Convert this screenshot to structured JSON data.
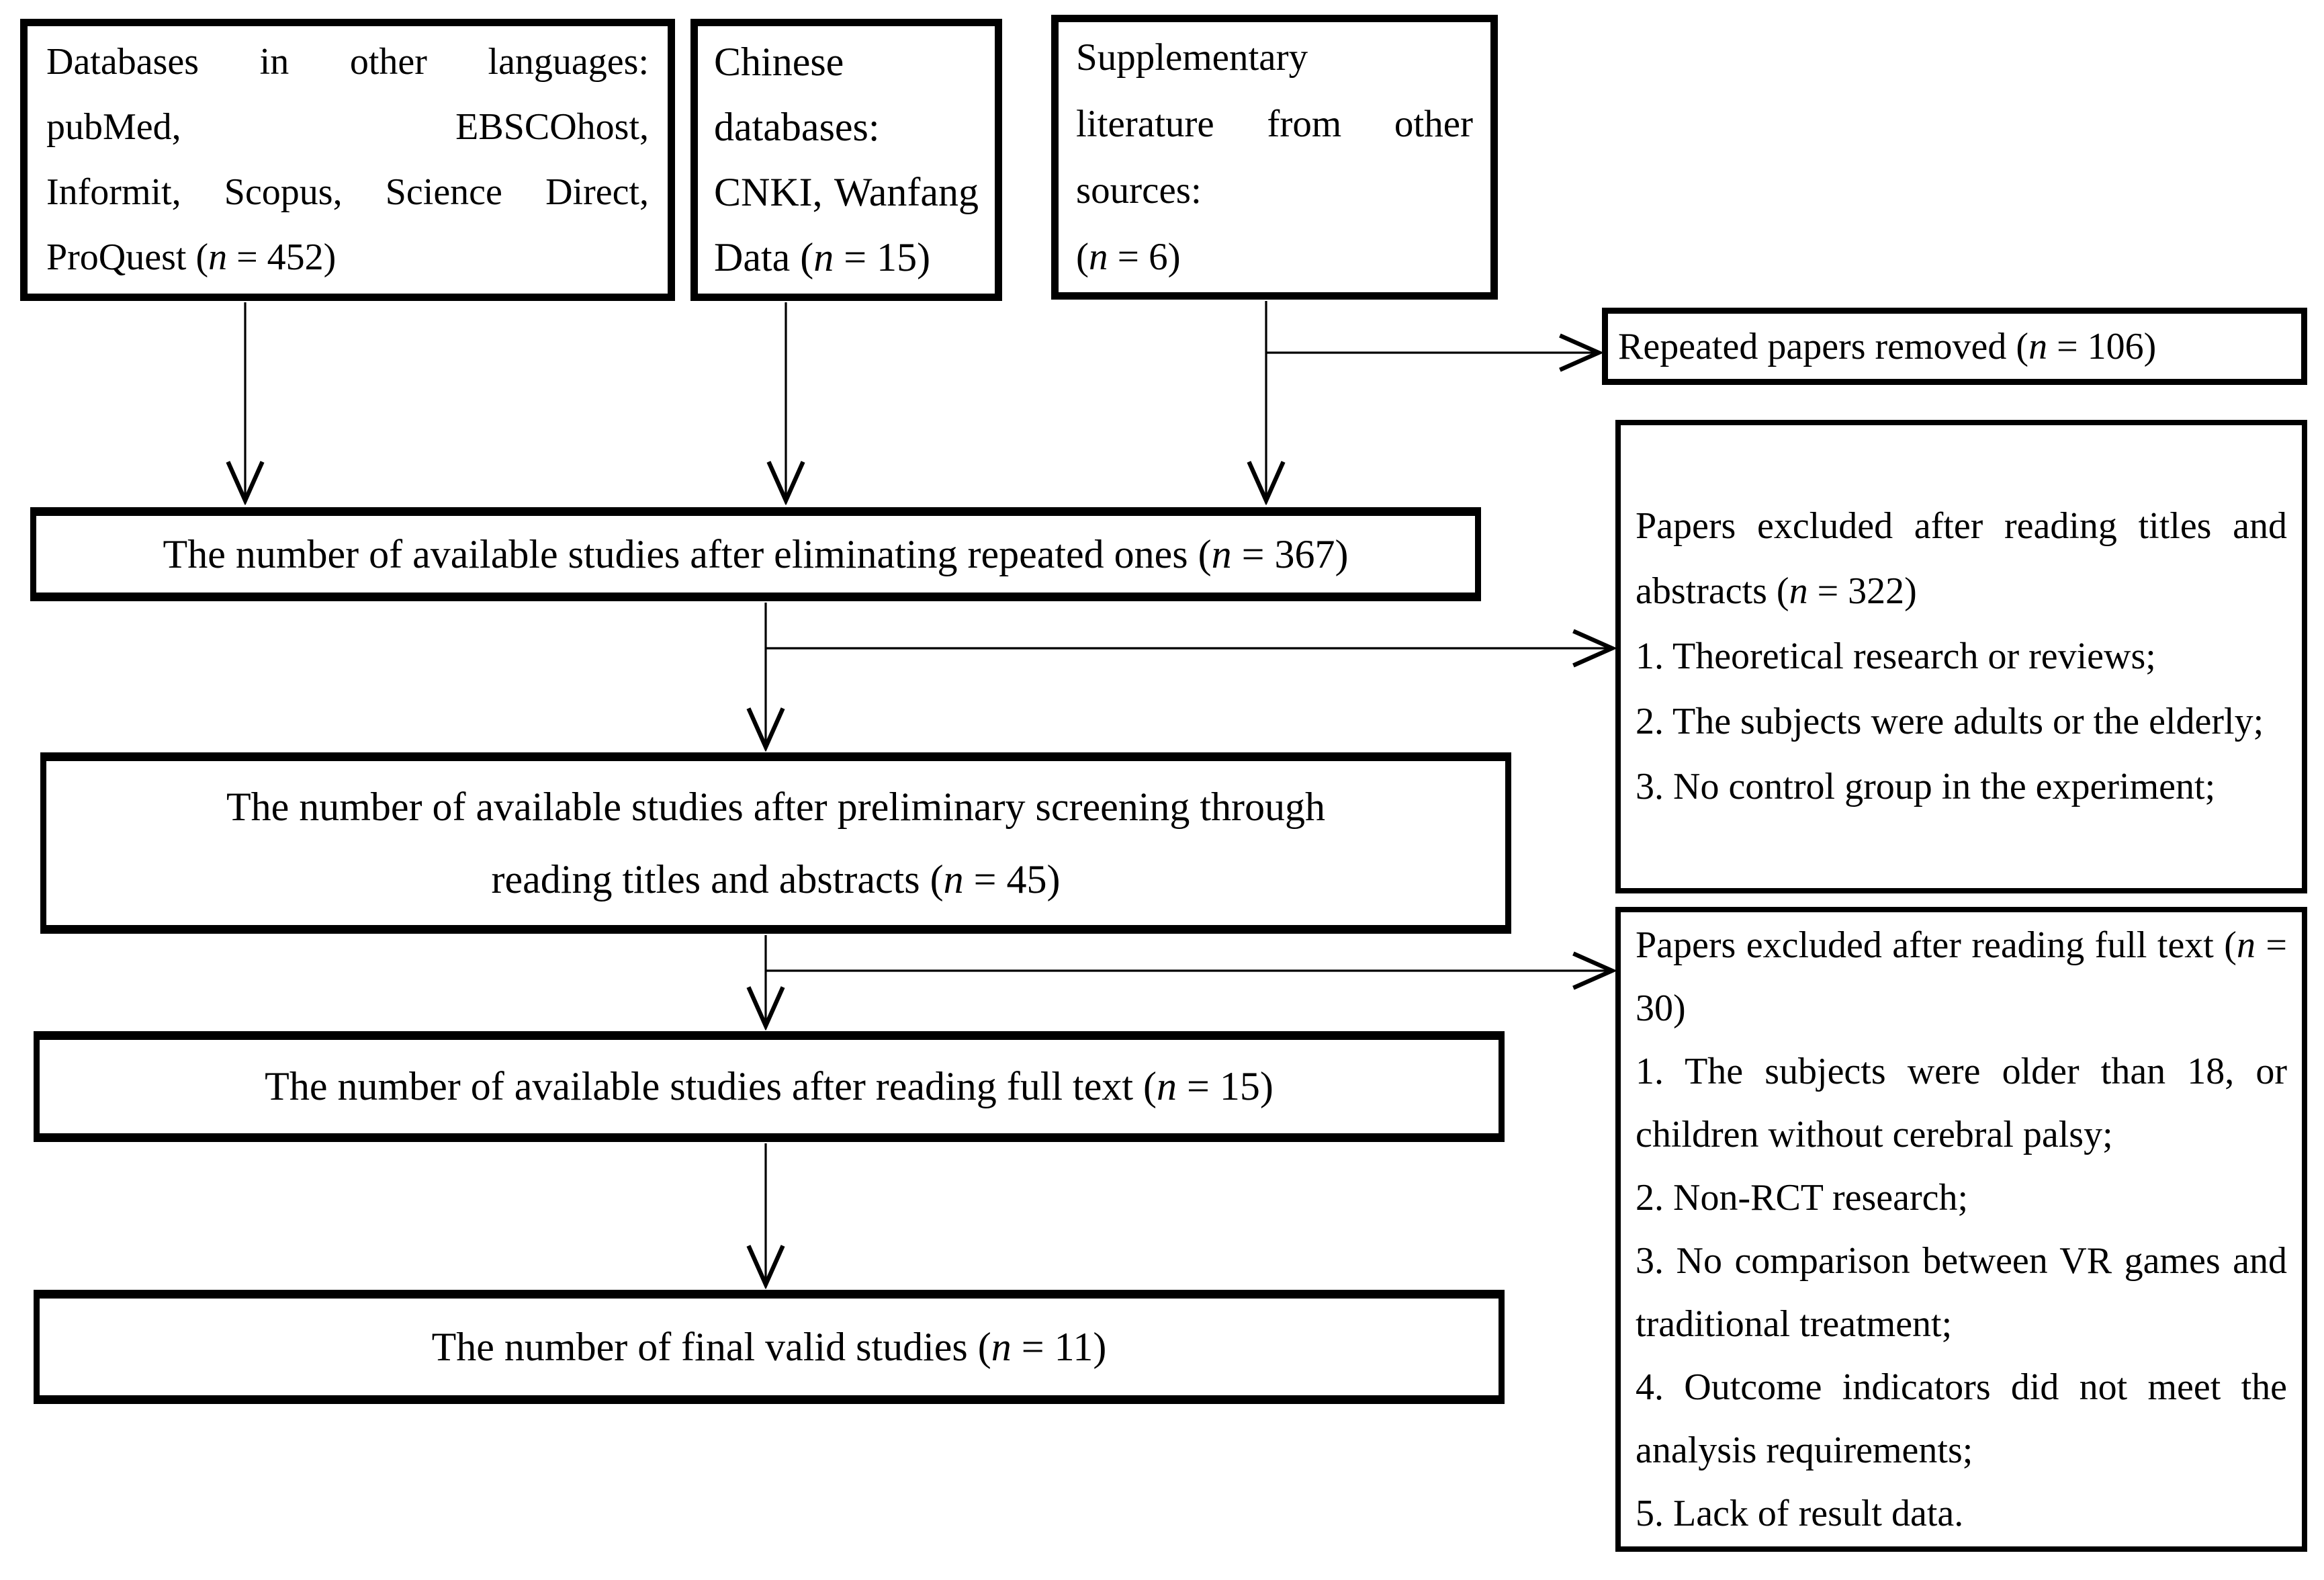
{
  "colors": {
    "ink": "#000000",
    "paper": "#ffffff"
  },
  "top_boxes": {
    "other_lang": {
      "lines": [
        "Databases in other languages:",
        "pubMed, EBSCOhost,",
        "Informit, Scopus, Science Direct,"
      ],
      "last_pre": "ProQuest (",
      "n_var": "n",
      "last_post": " = 452)"
    },
    "chinese": {
      "lines": [
        "Chinese",
        "databases:",
        "CNKI, Wanfang"
      ],
      "last_pre": "Data (",
      "n_var": "n",
      "last_post": " = 15)"
    },
    "supplementary": {
      "lines": [
        "Supplementary",
        "literature from other",
        "sources:"
      ],
      "last_pre": "(",
      "n_var": "n",
      "last_post": " = 6)"
    }
  },
  "flow_boxes": {
    "dedup": {
      "pre": "The number of available studies after eliminating repeated ones (",
      "n_var": "n",
      "post": " = 367)"
    },
    "screening": {
      "line1": "The number of available studies after preliminary screening through",
      "line2_pre": "reading titles and abstracts (",
      "n_var": "n",
      "line2_post": " = 45)"
    },
    "fulltext": {
      "pre": "The number of available studies after reading full text (",
      "n_var": "n",
      "post": " = 15)"
    },
    "final": {
      "pre": "The number of final valid studies (",
      "n_var": "n",
      "post": " = 11)"
    }
  },
  "side_boxes": {
    "repeated": {
      "pre": "Repeated papers removed (",
      "n_var": "n",
      "post": " = 106)"
    },
    "excluded_titles": {
      "heading_pre": "Papers excluded after reading titles and abstracts (",
      "n_var": "n",
      "heading_post": " = 322)",
      "items": [
        "1. Theoretical research or reviews;",
        "2. The subjects were adults or the elderly;",
        "3. No control group in the experiment;"
      ]
    },
    "excluded_fulltext": {
      "heading_pre": "Papers excluded after reading full text (",
      "n_var": "n",
      "heading_post": " = 30)",
      "items": [
        "1. The subjects were older than 18, or children without cerebral palsy;",
        "2. Non-RCT research;",
        "3. No comparison between VR games and traditional treatment;",
        "4. Outcome indicators did not meet the analysis requirements;",
        "5. Lack of result data."
      ]
    }
  }
}
